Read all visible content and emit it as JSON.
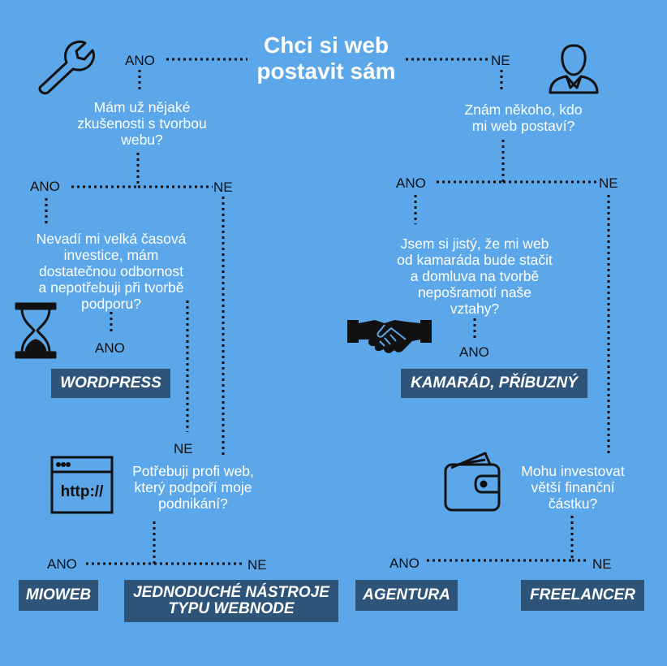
{
  "title": [
    "Chci si web",
    "postavit sám"
  ],
  "questions": {
    "experience": [
      "Mám už nějaké",
      "zkušenosti s tvorbou",
      "webu?"
    ],
    "know_someone": [
      "Znám někoho, kdo",
      "mi web postaví?"
    ],
    "time_investment": [
      "Nevadí mi velká časová",
      "investice, mám",
      "dostatečnou odbornost",
      "a nepotřebuji při tvorbě",
      "podporu?"
    ],
    "friend_sure": [
      "Jsem si jistý, že mi web",
      "od kamaráda bude stačit",
      "a domluva na tvorbě",
      "nepošramotí naše",
      "vztahy?"
    ],
    "profi_web": [
      "Potřebuji profi web,",
      "který podpoří moje",
      "podnikání?"
    ],
    "invest": [
      "Mohu investovat",
      "větší finanční",
      "částku?"
    ]
  },
  "labels": {
    "yes": "ANO",
    "no": "NE"
  },
  "results": {
    "wordpress": "WORDPRESS",
    "friend": "KAMARÁD, PŘÍBUZNÝ",
    "mioweb": "MIOWEB",
    "simple_tools": [
      "JEDNODUCHÉ NÁSTROJE",
      "TYPU WEBNODE"
    ],
    "agency": "AGENTURA",
    "freelancer": "FREELANCER"
  },
  "icons": {
    "wrench": "wrench-icon",
    "person": "person-icon",
    "hourglass": "hourglass-icon",
    "handshake": "handshake-icon",
    "browser": "browser-icon",
    "browser_text": "http://",
    "wallet": "wallet-icon"
  },
  "colors": {
    "background": "#5ba7ea",
    "result_box": "#2f5479",
    "text": "#ffffff",
    "label": "#111111"
  }
}
